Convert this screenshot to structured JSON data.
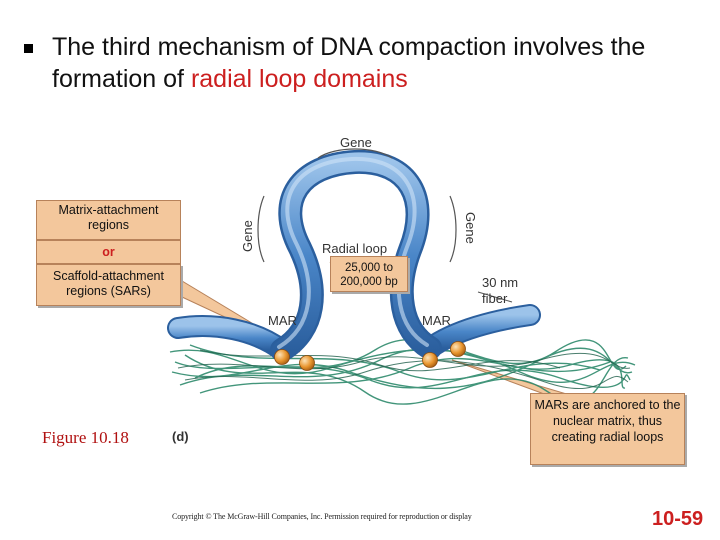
{
  "slide": {
    "title_before": "The third mechanism of DNA compaction involves the formation of ",
    "title_highlight": "radial loop domains",
    "callout_matrix": "Matrix-attachment regions",
    "callout_or": "or",
    "callout_scaffold": "Scaffold-attachment regions (SARs)",
    "callout_loop_size": "25,000 to 200,000 bp",
    "callout_mars": "MARs are anchored to the nuclear matrix, thus creating radial loops",
    "figure_label": "Figure 10.18",
    "copyright": "Copyright © The McGraw-Hill Companies, Inc. Permission required for reproduction or display",
    "slide_number": "10-59"
  },
  "diagram": {
    "gene_top": "Gene",
    "gene_left": "Gene",
    "gene_right": "Gene",
    "radial_loop": "Radial loop",
    "fiber_size": "30 nm",
    "fiber_word": "fiber",
    "mar_left": "MAR",
    "mar_right": "MAR",
    "panel_letter": "(d)"
  },
  "colors": {
    "title_highlight": "#cc1f1f",
    "callout_fill": "#f3c79c",
    "fiber": "#4a86c8",
    "matrix": "#2e8a6c",
    "anchor": "#e8952e"
  }
}
